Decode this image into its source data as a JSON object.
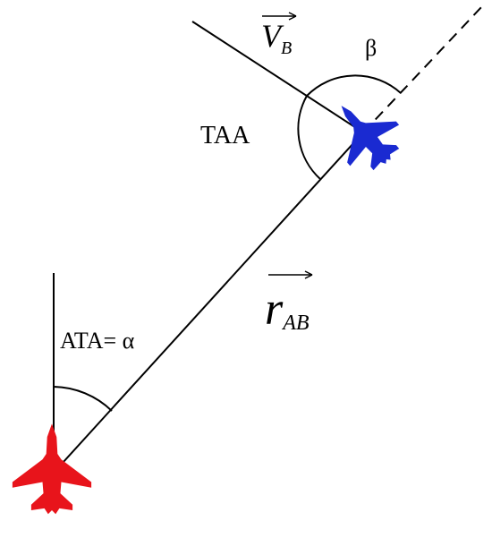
{
  "labels": {
    "vb_main": "V",
    "vb_sub": "B",
    "beta": "β",
    "taa": "TAA",
    "rab_main": "r",
    "rab_sub": "AB",
    "ata": "ATA= α"
  },
  "colors": {
    "line": "#000000",
    "aircraft_a": "#e8141b",
    "aircraft_b": "#1a2ad1"
  },
  "icons": {
    "aircraft_a": "red-fighter-jet-icon",
    "aircraft_b": "blue-fighter-jet-icon"
  }
}
